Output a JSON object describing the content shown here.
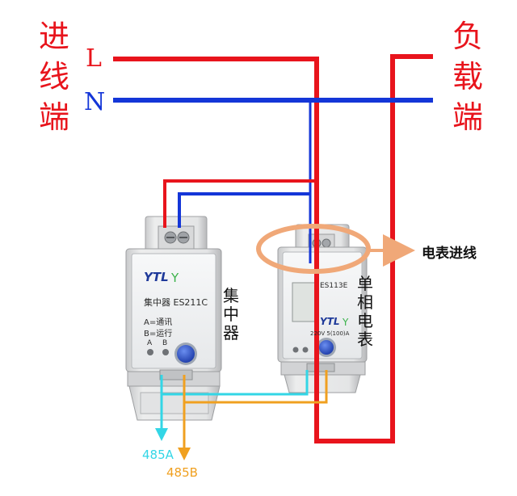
{
  "left_label": [
    "进",
    "线",
    "端"
  ],
  "right_label": [
    "负",
    "载",
    "端"
  ],
  "line_L": "L",
  "line_N": "N",
  "concentrator": {
    "brand": "YTL",
    "model": "集中器 ES211C",
    "legend_a": "A=通讯",
    "legend_b": "B=运行",
    "led_a": "A",
    "led_b": "B",
    "side_label": [
      "集",
      "中",
      "器"
    ]
  },
  "meter": {
    "model": "ES113E",
    "brand": "YTL",
    "rating": "220V 5(100)A",
    "side_label": [
      "单",
      "相",
      "电",
      "表"
    ]
  },
  "callout": "电表进线",
  "rs485_a": "485A",
  "rs485_b": "485B",
  "colors": {
    "live": "#e8141c",
    "neutral": "#1436d8",
    "rs485a": "#33d6e6",
    "rs485b": "#f0a020",
    "callout": "#f0a878"
  }
}
